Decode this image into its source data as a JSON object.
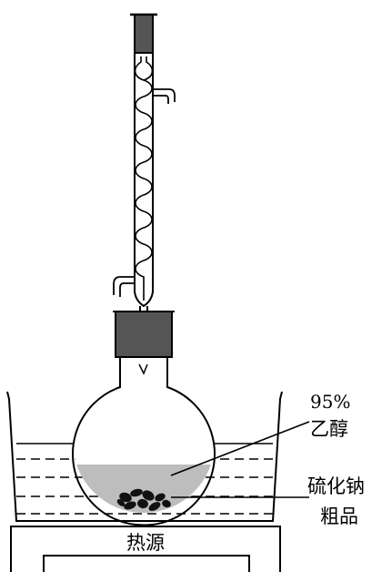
{
  "labels": {
    "ethanol_percent": "95%",
    "ethanol_name": "乙醇",
    "crude_line1": "硫化钠",
    "crude_line2": "粗品",
    "heat_source": "热源"
  },
  "colors": {
    "stopper": "#555555",
    "liquid": "#bdbdbd",
    "solid": "#111111",
    "outline": "#000000"
  }
}
